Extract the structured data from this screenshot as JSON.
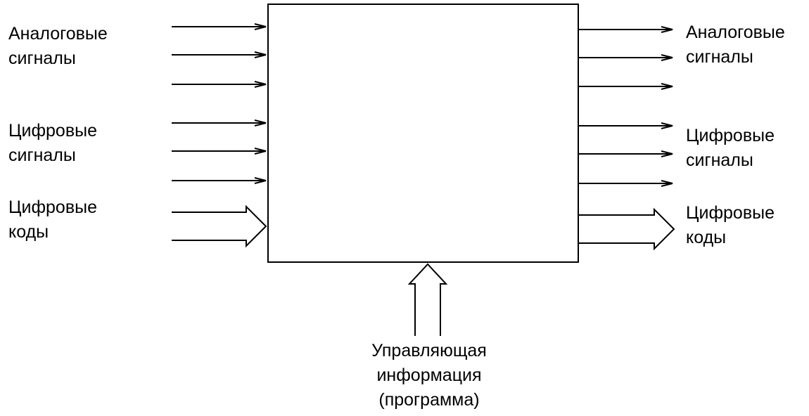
{
  "colors": {
    "stroke": "#000000",
    "background": "#ffffff"
  },
  "inputs": {
    "analog": [
      "Аналоговые",
      "сигналы"
    ],
    "digital": [
      "Цифровые",
      "сигналы"
    ],
    "codes": [
      "Цифровые",
      "коды"
    ]
  },
  "outputs": {
    "analog": [
      "Аналоговые",
      "сигналы"
    ],
    "digital": [
      "Цифровые",
      "сигналы"
    ],
    "codes": [
      "Цифровые",
      "коды"
    ]
  },
  "control": [
    "Управляющая",
    "информация",
    "(программа)"
  ]
}
